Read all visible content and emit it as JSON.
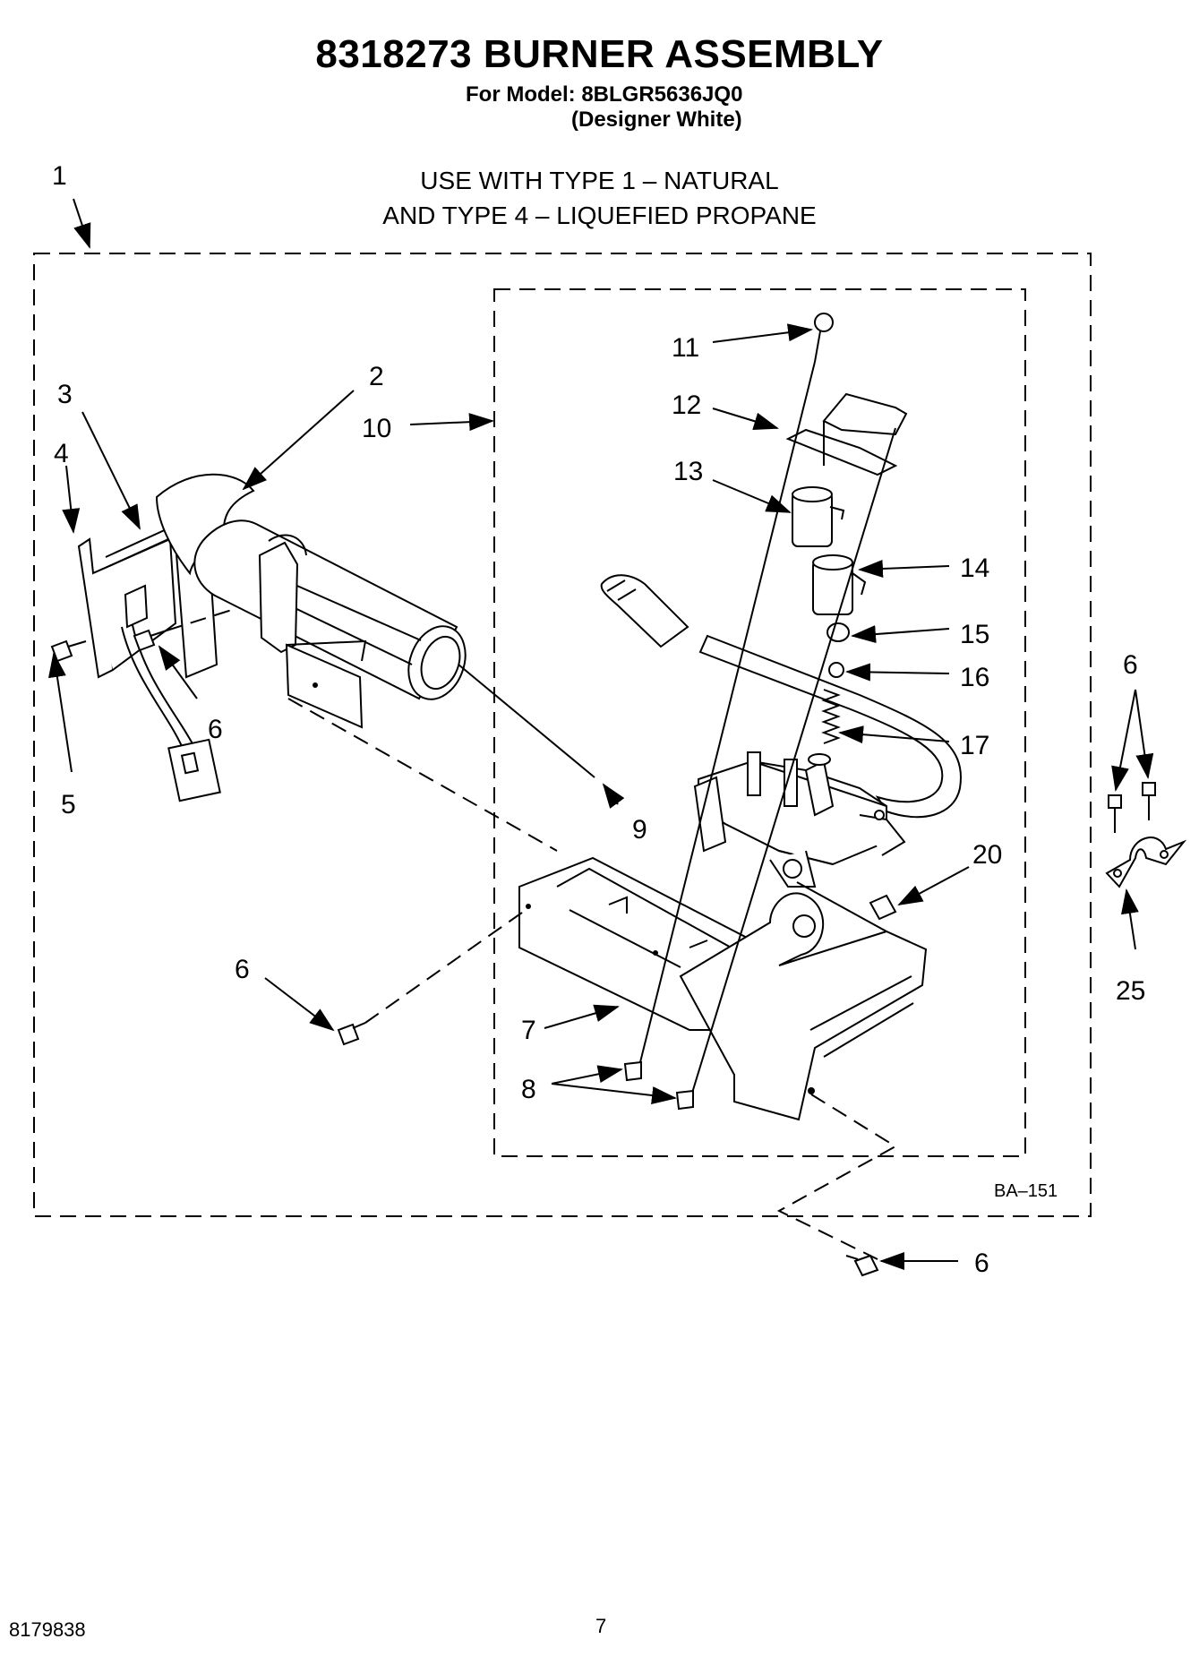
{
  "header": {
    "title": "8318273 BURNER ASSEMBLY",
    "model_line": "For Model: 8BLGR5636JQ0",
    "variant": "(Designer White)"
  },
  "usage_note": {
    "line1": "USE WITH TYPE 1 – NATURAL",
    "line2": "AND TYPE 4 – LIQUEFIED PROPANE"
  },
  "callouts": {
    "c1": "1",
    "c2": "2",
    "c3": "3",
    "c4": "4",
    "c5": "5",
    "c6a": "6",
    "c6b": "6",
    "c6c": "6",
    "c6d": "6",
    "c7": "7",
    "c8": "8",
    "c9": "9",
    "c10": "10",
    "c11": "11",
    "c12": "12",
    "c13": "13",
    "c14": "14",
    "c15": "15",
    "c16": "16",
    "c17": "17",
    "c20": "20",
    "c25": "25"
  },
  "diagram_code": "BA–151",
  "footer": {
    "doc_number": "8179838",
    "page_number": "7"
  }
}
